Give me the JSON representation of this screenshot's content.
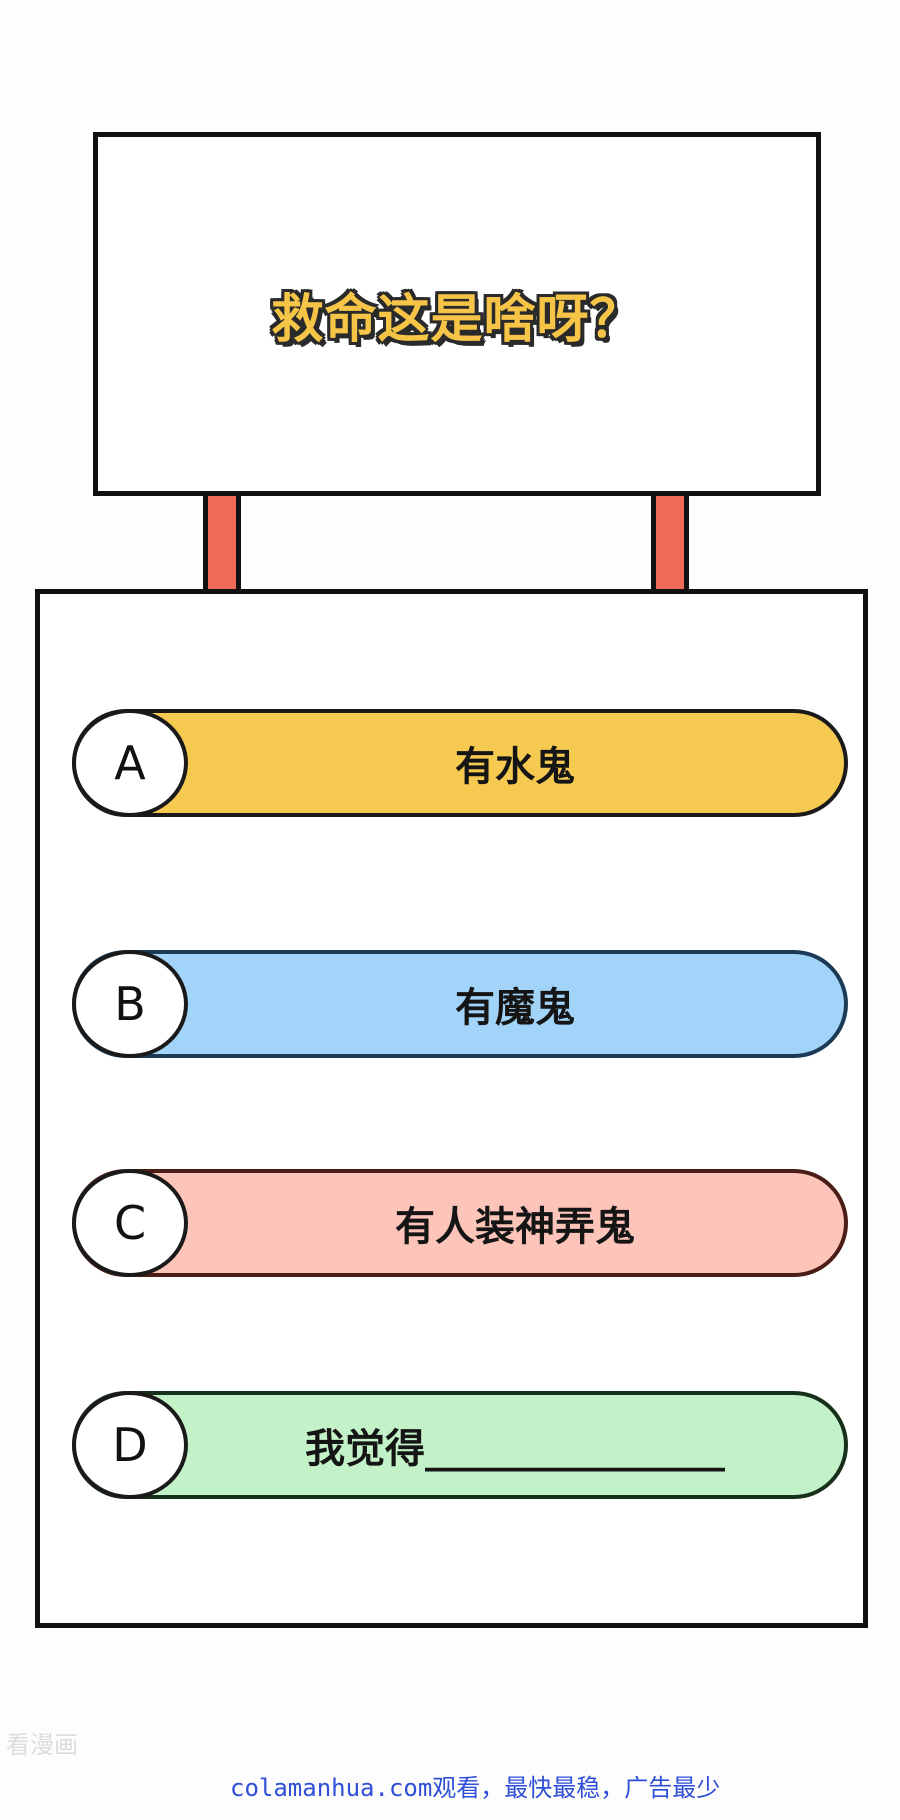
{
  "question": "救命这是啥呀？",
  "options": [
    {
      "letter": "A",
      "text": "有水鬼",
      "color": "#f6c950"
    },
    {
      "letter": "B",
      "text": "有魔鬼",
      "color": "#a2d4fa"
    },
    {
      "letter": "C",
      "text": "有人装神弄鬼",
      "color": "#fdc4ba"
    },
    {
      "letter": "D",
      "text": "我觉得_______________",
      "color": "#c3f2c8"
    }
  ],
  "watermark": "看漫画",
  "footer": "colamanhua.com观看，最快最稳，广告最少",
  "colors": {
    "question_fill": "#f6c548",
    "post": "#ef6b58",
    "footer": "#2f4fd6"
  }
}
